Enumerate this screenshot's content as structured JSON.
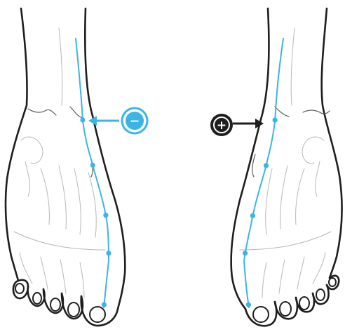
{
  "colors": {
    "meridian": "#3cb4e6",
    "outline": "#1e1e1e",
    "negative_badge": "#3cb4e6",
    "positive_badge": "#1e1e1e"
  },
  "figures": [
    {
      "name": "left-foot",
      "meridian_point_count": 5,
      "marker": {
        "sign": "−",
        "icon": "minus-circle-icon",
        "color": "#3cb4e6"
      }
    },
    {
      "name": "right-foot",
      "meridian_point_count": 5,
      "marker": {
        "sign": "+",
        "icon": "plus-circle-icon",
        "color": "#1e1e1e"
      }
    }
  ]
}
